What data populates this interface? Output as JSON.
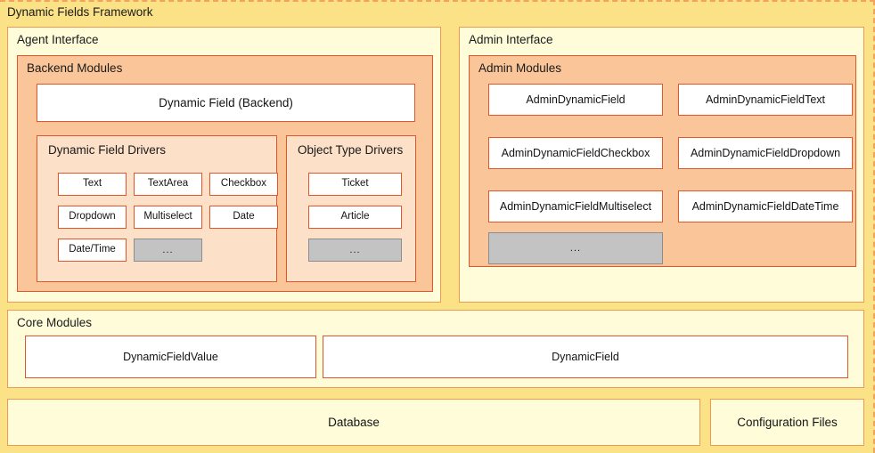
{
  "framework": {
    "title": "Dynamic Fields Framework",
    "colors": {
      "outer_background": "#fce287",
      "panel_background": "#fefcd9",
      "panel_border": "#ef9a54",
      "module_background": "#fac699",
      "module_inner_background": "#fde0c8",
      "module_border": "#e2562a",
      "placeholder_fill": "#c3c3c3",
      "placeholder_border": "#8d8d8d",
      "box_fill": "#ffffff",
      "text": "#141414"
    }
  },
  "agent_interface": {
    "title": "Agent Interface",
    "backend_modules": {
      "title": "Backend Modules",
      "main_box": "Dynamic Field (Backend)",
      "dynamic_field_drivers": {
        "title": "Dynamic Field Drivers",
        "items": [
          "Text",
          "TextArea",
          "Checkbox",
          "Dropdown",
          "Multiselect",
          "Date",
          "Date/Time"
        ],
        "placeholder": "..."
      },
      "object_type_drivers": {
        "title": "Object Type Drivers",
        "items": [
          "Ticket",
          "Article"
        ],
        "placeholder": "..."
      }
    }
  },
  "admin_interface": {
    "title": "Admin Interface",
    "admin_modules": {
      "title": "Admin Modules",
      "items": [
        "AdminDynamicField",
        "AdminDynamicFieldText",
        "AdminDynamicFieldCheckbox",
        "AdminDynamicFieldDropdown",
        "AdminDynamicFieldMultiselect",
        "AdminDynamicFieldDateTime"
      ],
      "placeholder": "..."
    }
  },
  "core_modules": {
    "title": "Core Modules",
    "items": [
      "DynamicFieldValue",
      "DynamicField"
    ]
  },
  "storage": {
    "database": "Database",
    "configuration_files": "Configuration Files"
  }
}
